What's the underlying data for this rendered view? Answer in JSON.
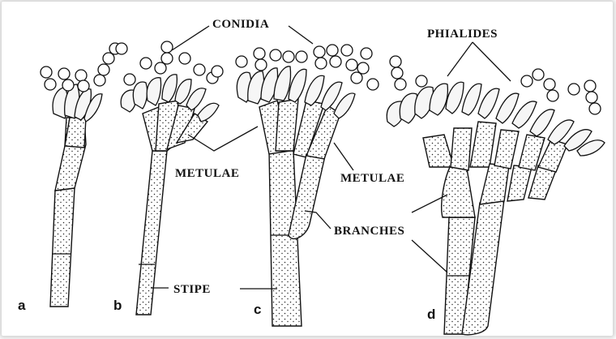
{
  "labels": {
    "conidia": "CONIDIA",
    "phialides": "PHIALIDES",
    "metulae_left": "METULAE",
    "metulae_right": "METULAE",
    "branches": "BRANCHES",
    "stipe": "STIPE"
  },
  "panels": [
    "a",
    "b",
    "c",
    "d"
  ]
}
